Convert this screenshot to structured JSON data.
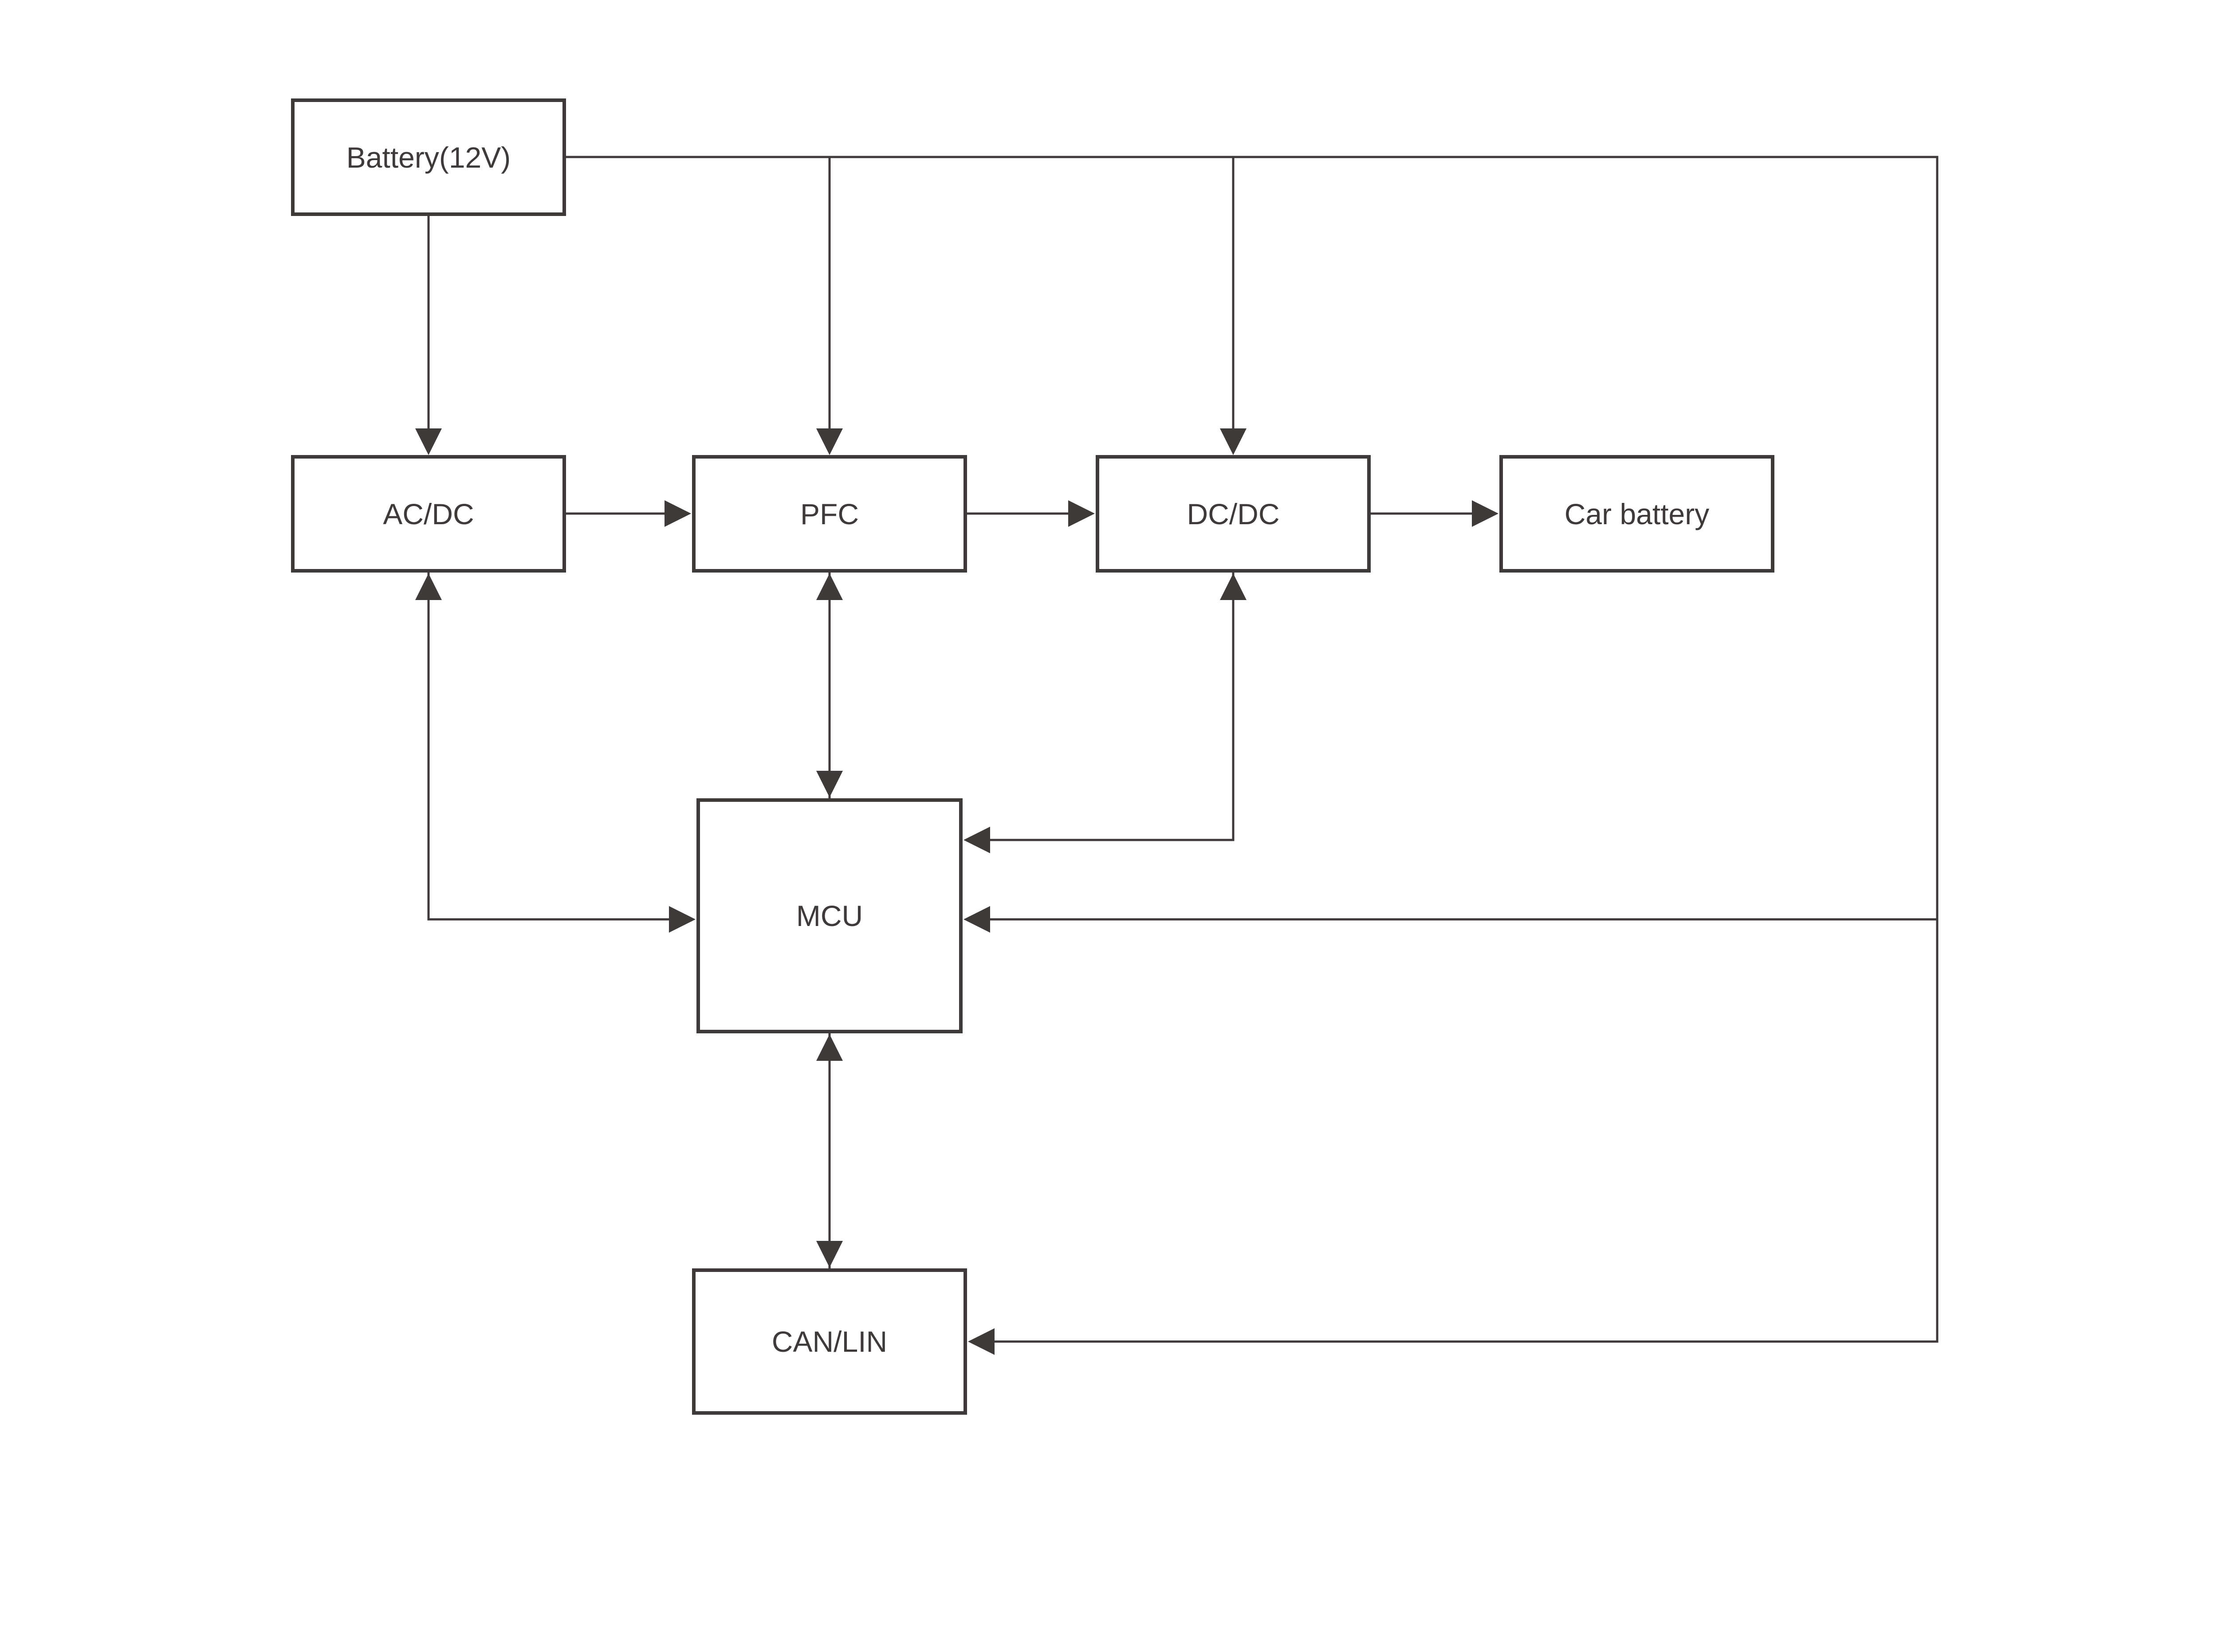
{
  "diagram": {
    "type": "block-diagram",
    "colors": {
      "background": "#ffffff",
      "line": "#3e3a39",
      "text": "#3e3a39"
    },
    "nodes": {
      "battery": {
        "label": "Battery(12V)"
      },
      "acdc": {
        "label": "AC/DC"
      },
      "pfc": {
        "label": "PFC"
      },
      "dcdc": {
        "label": "DC/DC"
      },
      "car_battery": {
        "label": "Car battery"
      },
      "mcu": {
        "label": "MCU"
      },
      "canlin": {
        "label": "CAN/LIN"
      }
    },
    "edges": [
      {
        "from": "battery",
        "to": "acdc",
        "direction": "one-way"
      },
      {
        "from": "battery",
        "to": "pfc",
        "direction": "one-way",
        "via": "top-rail"
      },
      {
        "from": "battery",
        "to": "dcdc",
        "direction": "one-way",
        "via": "top-rail"
      },
      {
        "from": "battery",
        "to": "mcu",
        "direction": "one-way",
        "via": "right-rail"
      },
      {
        "from": "battery",
        "to": "canlin",
        "direction": "one-way",
        "via": "right-rail"
      },
      {
        "from": "acdc",
        "to": "pfc",
        "direction": "one-way"
      },
      {
        "from": "pfc",
        "to": "dcdc",
        "direction": "one-way"
      },
      {
        "from": "dcdc",
        "to": "car_battery",
        "direction": "one-way"
      },
      {
        "from": "pfc",
        "to": "mcu",
        "direction": "two-way"
      },
      {
        "from": "acdc",
        "to": "mcu",
        "direction": "two-way"
      },
      {
        "from": "dcdc",
        "to": "mcu",
        "direction": "two-way"
      },
      {
        "from": "mcu",
        "to": "canlin",
        "direction": "two-way"
      }
    ]
  }
}
